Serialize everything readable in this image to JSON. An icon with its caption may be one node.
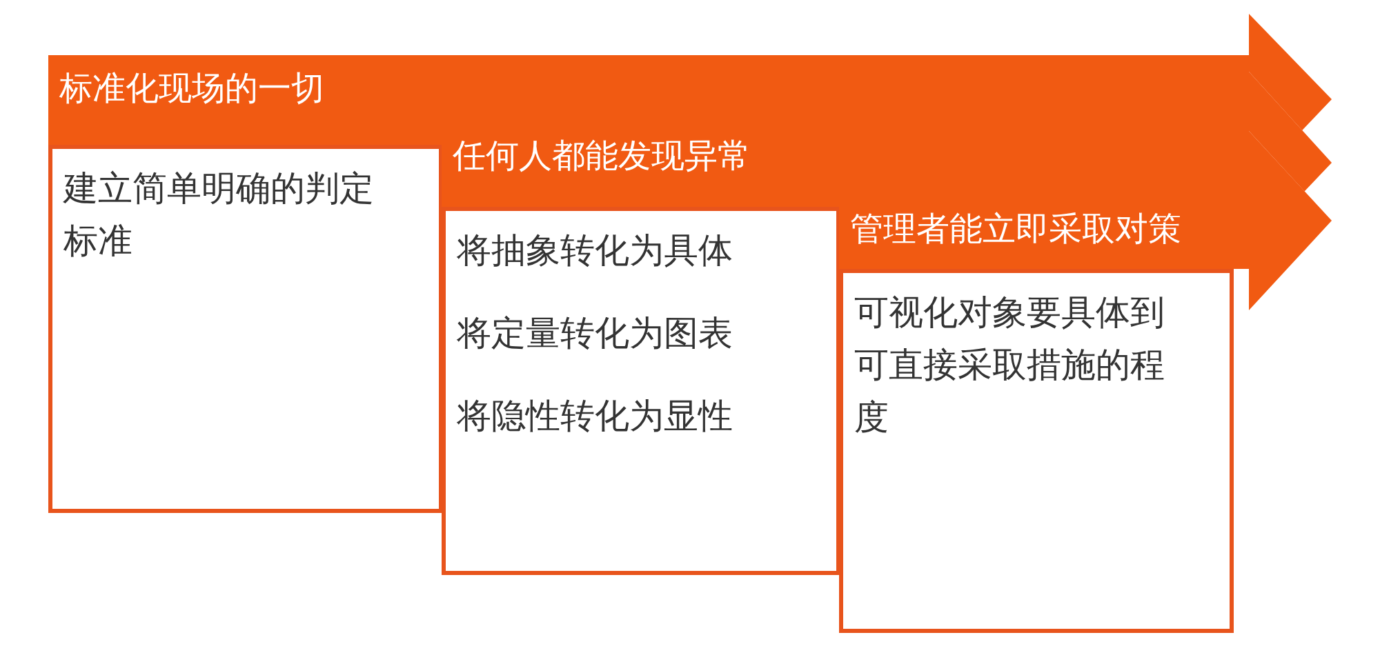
{
  "diagram": {
    "nodes": [
      {
        "text": [
          "标准化现场的一切"
        ]
      },
      {
        "text": [
          "建立简单明确的判定标准"
        ]
      },
      {
        "text": [
          "任何人都能发现异常"
        ]
      },
      {
        "text": [
          "将抽象转化为具体",
          "将定量转化为图表",
          "将隐性转化为显性"
        ]
      },
      {
        "text": [
          "管理者能立即采取对策"
        ]
      },
      {
        "text": [
          "可视化对象要具体到可直接采取措施的程度"
        ]
      }
    ]
  }
}
